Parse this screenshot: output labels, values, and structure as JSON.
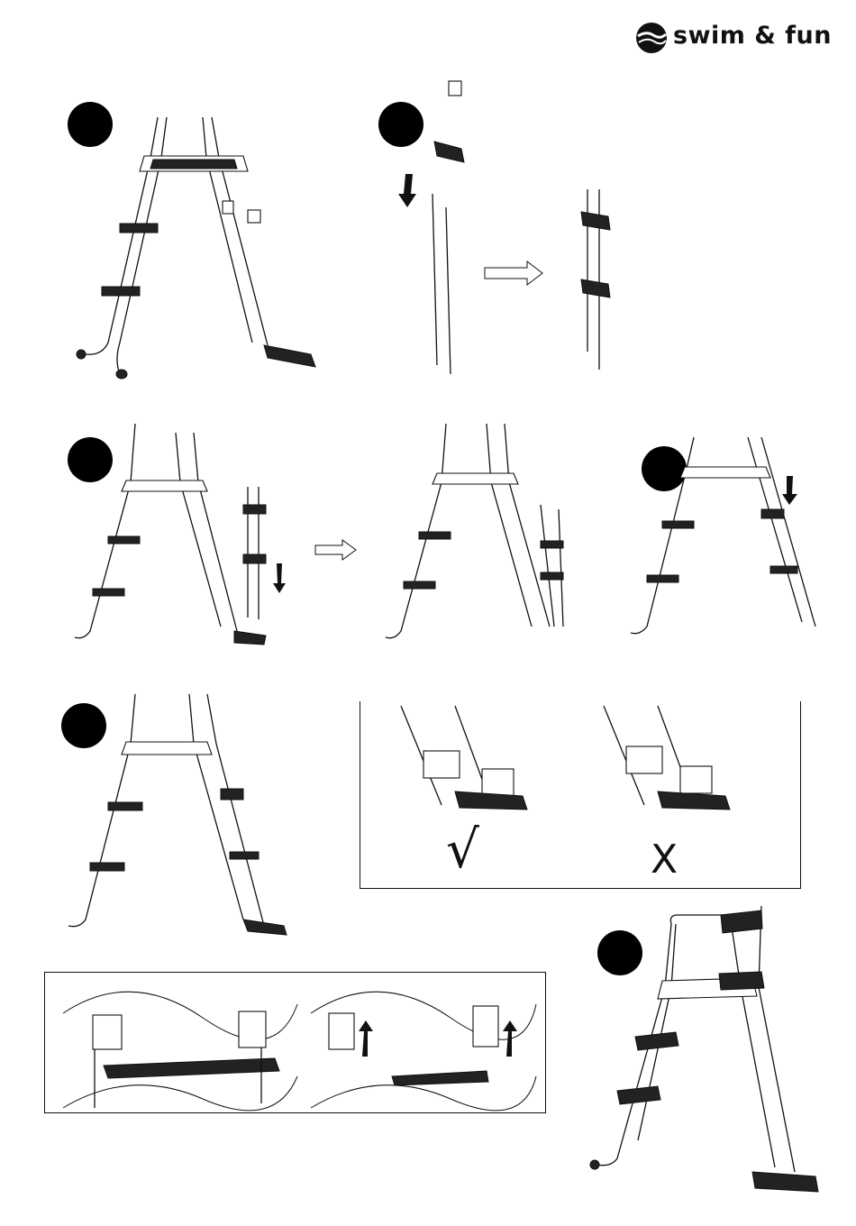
{
  "brand": {
    "name": "swim & fun"
  },
  "steps": [
    {
      "id": "step-a",
      "badge_color": "#000000"
    },
    {
      "id": "step-b",
      "badge_color": "#000000"
    },
    {
      "id": "step-c",
      "badge_color": "#000000"
    },
    {
      "id": "step-d",
      "badge_color": "#000000"
    },
    {
      "id": "step-e",
      "badge_color": "#000000"
    },
    {
      "id": "step-f",
      "badge_color": "#000000"
    }
  ],
  "check_panel": {
    "correct_mark": "√",
    "wrong_mark": "X"
  },
  "icons": [
    "logo-icon",
    "down-arrow-icon",
    "right-arrow-icon",
    "up-arrow-icon",
    "check-mark-icon",
    "cross-mark-icon"
  ]
}
